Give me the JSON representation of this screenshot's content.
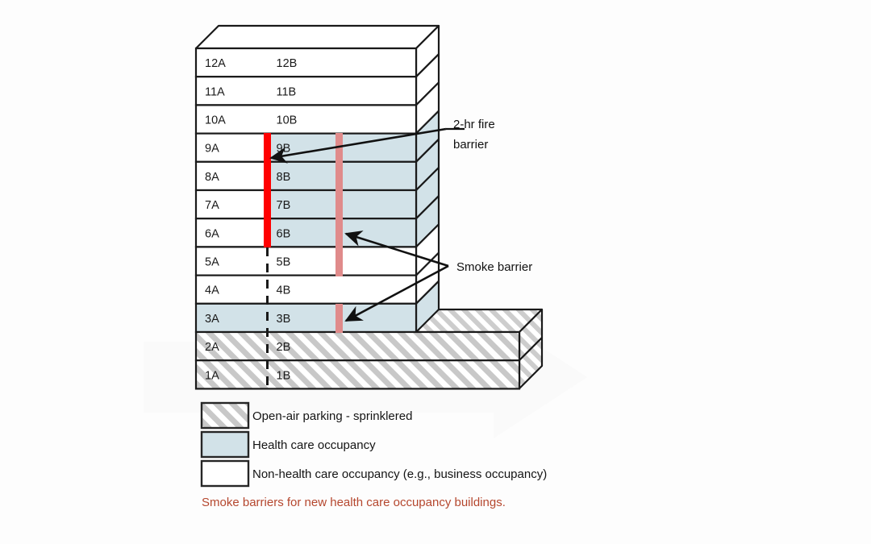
{
  "diagram": {
    "title": "Smoke barriers for new health care occupancy buildings",
    "caption": "Smoke barriers for new health care occupancy buildings.",
    "colors": {
      "health_care_fill": "#d2e2e8",
      "non_health_care_fill": "#ffffff",
      "parking_hatch": "#c8c8c8",
      "fire_barrier": "#ff0000",
      "smoke_barrier": "#e08b8b",
      "outline": "#1a1a1a",
      "caption": "#b5472e",
      "background": "#fdfdfd"
    },
    "floors": [
      {
        "a": "12A",
        "b": "12B",
        "occupancy_a": "non-health-care",
        "occupancy_b": "non-health-care",
        "divider": "none"
      },
      {
        "a": "11A",
        "b": "11B",
        "occupancy_a": "non-health-care",
        "occupancy_b": "non-health-care",
        "divider": "none"
      },
      {
        "a": "10A",
        "b": "10B",
        "occupancy_a": "non-health-care",
        "occupancy_b": "non-health-care",
        "divider": "none"
      },
      {
        "a": "9A",
        "b": "9B",
        "occupancy_a": "non-health-care",
        "occupancy_b": "health-care",
        "divider": "fire-barrier"
      },
      {
        "a": "8A",
        "b": "8B",
        "occupancy_a": "non-health-care",
        "occupancy_b": "health-care",
        "divider": "fire-barrier"
      },
      {
        "a": "7A",
        "b": "7B",
        "occupancy_a": "non-health-care",
        "occupancy_b": "health-care",
        "divider": "fire-barrier"
      },
      {
        "a": "6A",
        "b": "6B",
        "occupancy_a": "non-health-care",
        "occupancy_b": "health-care",
        "divider": "fire-barrier"
      },
      {
        "a": "5A",
        "b": "5B",
        "occupancy_a": "non-health-care",
        "occupancy_b": "non-health-care",
        "divider": "dashed"
      },
      {
        "a": "4A",
        "b": "4B",
        "occupancy_a": "non-health-care",
        "occupancy_b": "non-health-care",
        "divider": "dashed"
      },
      {
        "a": "3A",
        "b": "3B",
        "occupancy_a": "health-care",
        "occupancy_b": "health-care",
        "divider": "dashed"
      },
      {
        "a": "2A",
        "b": "2B",
        "occupancy_a": "parking",
        "occupancy_b": "parking",
        "divider": "dashed"
      },
      {
        "a": "1A",
        "b": "1B",
        "occupancy_a": "parking",
        "occupancy_b": "parking",
        "divider": "dashed"
      }
    ],
    "annotations": [
      {
        "id": "fire-barrier",
        "label_line1": "2-hr fire",
        "label_line2": "barrier"
      },
      {
        "id": "smoke-barrier",
        "label_line1": "Smoke barrier",
        "label_line2": ""
      }
    ],
    "legend": [
      {
        "swatch": "hatched",
        "label": "Open-air parking - sprinklered"
      },
      {
        "swatch": "health-care",
        "label": "Health care occupancy"
      },
      {
        "swatch": "non-health-care",
        "label": "Non-health care occupancy (e.g., business occupancy)"
      }
    ]
  }
}
